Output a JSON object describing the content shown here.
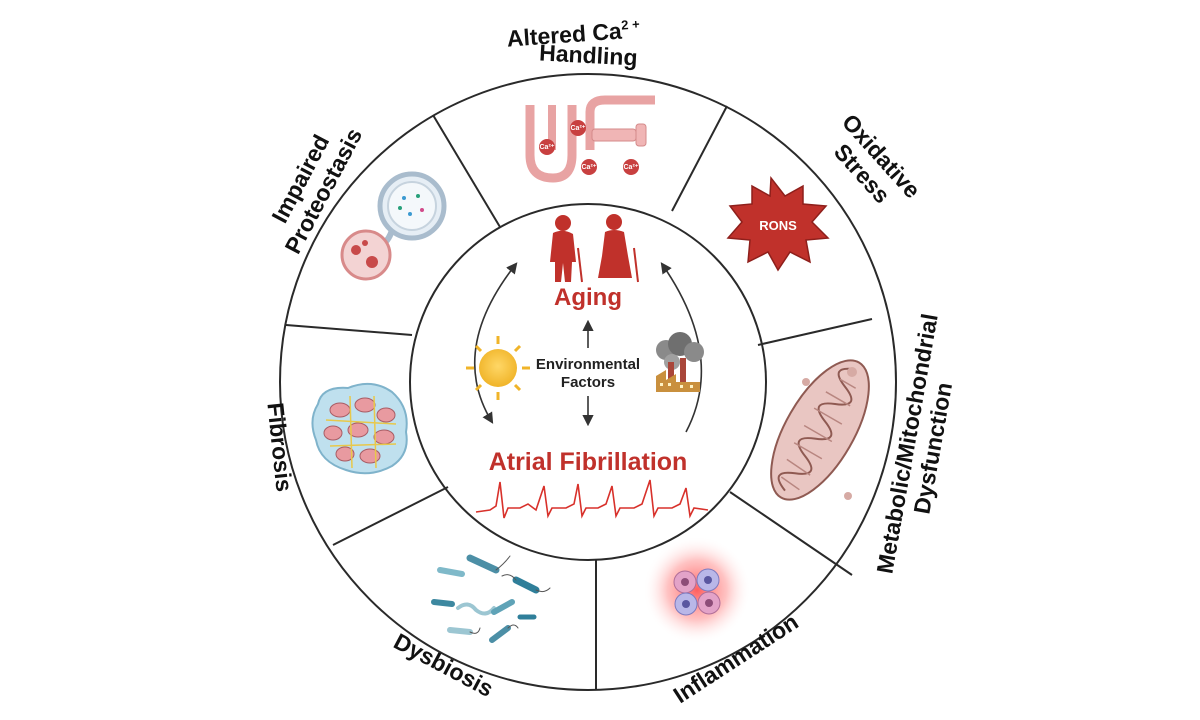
{
  "center": {
    "aging": "Aging",
    "environment_line1": "Environmental",
    "environment_line2": "Factors",
    "atrial_fibrillation": "Atrial Fibrillation"
  },
  "segments": {
    "calcium": {
      "line1": "Altered Ca",
      "superscript": "2 +",
      "line2": "Handling",
      "ion_label": "Ca²⁺"
    },
    "oxidative": {
      "line1": "Oxidative",
      "line2": "Stress",
      "badge": "RONS"
    },
    "metabolic": {
      "line1": "Metabolic/Mitochondrial",
      "line2": "Dysfunction"
    },
    "inflammation": {
      "line1": "Inflammation"
    },
    "dysbiosis": {
      "line1": "Dysbiosis"
    },
    "fibrosis": {
      "line1": "Fibrosis"
    },
    "proteostasis": {
      "line1": "Impaired",
      "line2": "Proteostasis"
    }
  },
  "colors": {
    "accent_red": "#c0312b",
    "ring_stroke": "#2a2a2a",
    "ecg": "#d8312b"
  },
  "icons": [
    "sarcoplasmic-reticulum-icon",
    "rons-starburst-icon",
    "mitochondrion-icon",
    "immune-cells-icon",
    "bacteria-icon",
    "fibrotic-tissue-icon",
    "autophagosome-icon",
    "elderly-couple-icon",
    "sun-icon",
    "factory-pollution-icon",
    "ecg-trace-icon"
  ]
}
